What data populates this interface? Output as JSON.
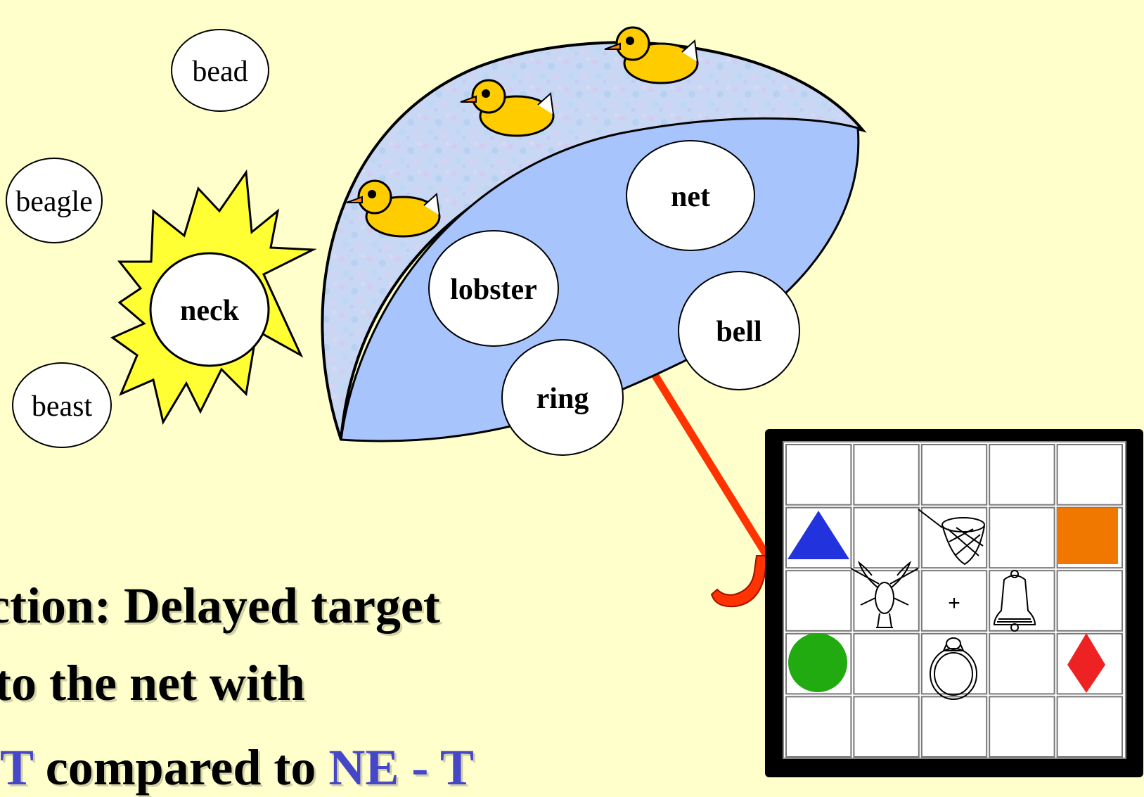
{
  "words_outside": [
    "bead",
    "beagle",
    "beast"
  ],
  "word_sun": "neck",
  "words_umbrella": [
    "net",
    "lobster",
    "bell",
    "ring"
  ],
  "headline": {
    "line1": "diction:  Delayed target",
    "line2": "ts to the net  with",
    "line3_part1": "T",
    "line3_part2": " compared to ",
    "line3_part3": "NE - T"
  },
  "colors": {
    "background": "#ffffcc",
    "sun": "#ffff33",
    "umbrella_inner": "#a8c4fc",
    "umbrella_outer": "#c8d8f4",
    "handle": "#ff3300",
    "duck": "#ffcc00",
    "triangle": "#2233dd",
    "square": "#f07800",
    "circle": "#22aa11",
    "diamond": "#ee2222",
    "headline_accent": "#4646c8"
  },
  "grid": {
    "cells": [
      [
        "",
        "",
        "",
        "",
        ""
      ],
      [
        "triangle-icon",
        "",
        "net-picture",
        "",
        "square-icon"
      ],
      [
        "",
        "lobster-picture",
        "fixation-cross",
        "bell-picture",
        ""
      ],
      [
        "circle-icon",
        "",
        "ring-picture",
        "",
        "diamond-icon"
      ],
      [
        "",
        "",
        "",
        "",
        ""
      ]
    ],
    "fixation_symbol": "+"
  }
}
